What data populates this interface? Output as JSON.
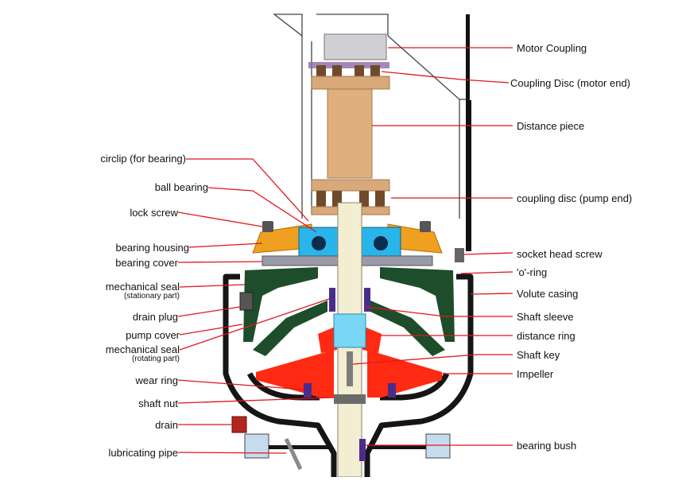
{
  "diagram": {
    "colors": {
      "leader": "#e0161c",
      "housing_orange": "#f0a020",
      "pump_casing": "#151515",
      "impeller_red": "#ff2a12",
      "casing_green": "#1e4d2b",
      "shaft_cream": "#f3eed2",
      "coupling_tan": "#d9a979",
      "bearing_blue": "#29b5ea",
      "seal_purple": "#4b2c8c"
    },
    "labels_left": [
      {
        "id": "circlip",
        "text": "circlip (for bearing)"
      },
      {
        "id": "ball-bearing",
        "text": "ball bearing"
      },
      {
        "id": "lock-screw",
        "text": "lock screw"
      },
      {
        "id": "bearing-housing",
        "text": "bearing housing"
      },
      {
        "id": "bearing-cover",
        "text": "bearing cover"
      },
      {
        "id": "mech-seal-stationary",
        "text": "mechanical seal",
        "sub": "(stationary part)"
      },
      {
        "id": "drain-plug",
        "text": "drain plug"
      },
      {
        "id": "pump-cover",
        "text": "pump cover"
      },
      {
        "id": "mech-seal-rotating",
        "text": "mechanical seal",
        "sub": "(rotating part)"
      },
      {
        "id": "wear-ring",
        "text": "wear ring"
      },
      {
        "id": "shaft-nut",
        "text": "shaft nut"
      },
      {
        "id": "drain",
        "text": "drain"
      },
      {
        "id": "lubricating-pipe",
        "text": "lubricating pipe"
      }
    ],
    "labels_right": [
      {
        "id": "motor-coupling",
        "text": "Motor Coupling"
      },
      {
        "id": "coupling-disc-motor",
        "text": "Coupling Disc (motor end)"
      },
      {
        "id": "distance-piece",
        "text": "Distance piece"
      },
      {
        "id": "coupling-disc-pump",
        "text": "coupling disc (pump end)"
      },
      {
        "id": "socket-head-screw",
        "text": "socket head screw"
      },
      {
        "id": "o-ring",
        "text": "'o'-ring"
      },
      {
        "id": "volute-casing",
        "text": "Volute casing"
      },
      {
        "id": "shaft-sleeve",
        "text": "Shaft sleeve"
      },
      {
        "id": "distance-ring",
        "text": "distance ring"
      },
      {
        "id": "shaft-key",
        "text": "Shaft key"
      },
      {
        "id": "impeller",
        "text": "Impeller"
      },
      {
        "id": "bearing-bush",
        "text": "bearing bush"
      }
    ]
  }
}
